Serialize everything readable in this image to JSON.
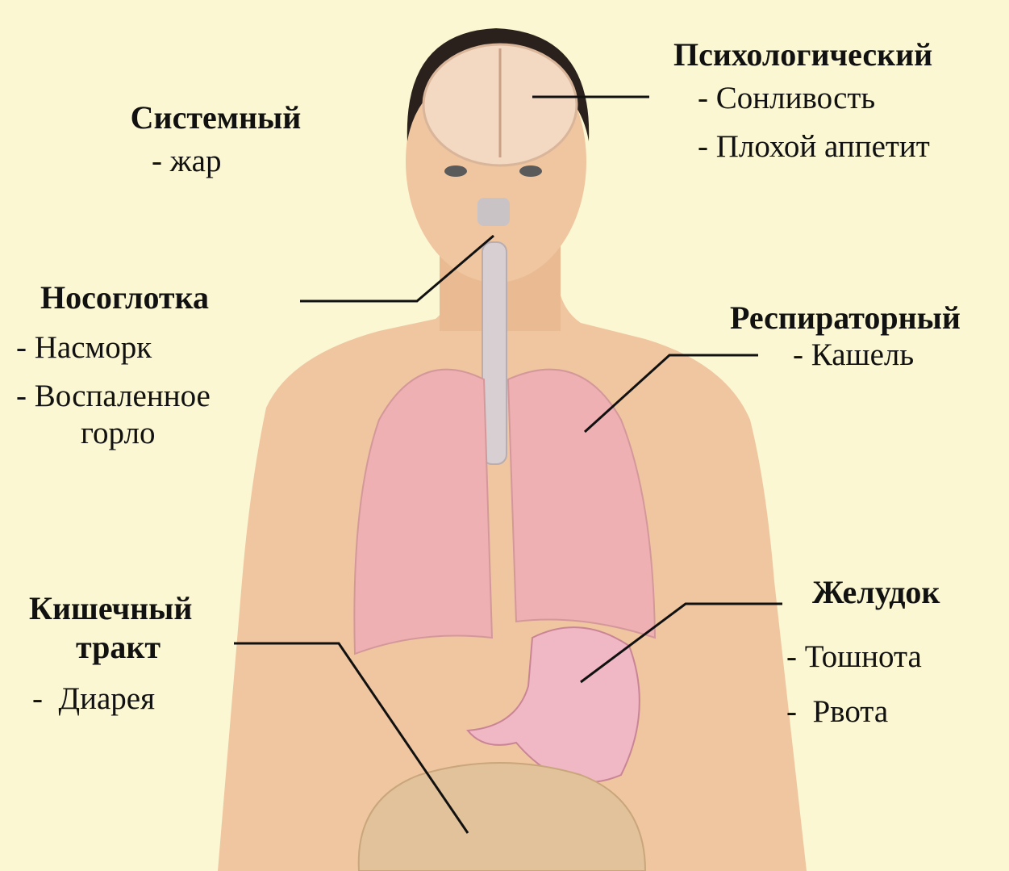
{
  "background_color": "#fbf7d3",
  "skin_color": "#efc6a0",
  "organ_colors": {
    "lungs": "#eeb0b3",
    "stomach": "#f0b7c4",
    "intestine": "#e2c29a",
    "brain": "#f3d8c2"
  },
  "groups": {
    "systemic": {
      "title": "Системный",
      "items": [
        "- жар"
      ]
    },
    "psychological": {
      "title": "Психологический",
      "items": [
        "- Сонливость",
        "- Плохой аппетит"
      ]
    },
    "nasopharynx": {
      "title": "Носоглотка",
      "items": [
        "- Насморк",
        "- Воспаленное",
        "горло"
      ]
    },
    "respiratory": {
      "title": "Респираторный",
      "items": [
        "- Кашель"
      ]
    },
    "intestinal": {
      "title_line1": "Кишечный",
      "title_line2": "тракт",
      "items": [
        "-  Диарея"
      ]
    },
    "stomach": {
      "title": "Желудок",
      "items": [
        "- Тошнота",
        "-  Рвота"
      ]
    }
  }
}
